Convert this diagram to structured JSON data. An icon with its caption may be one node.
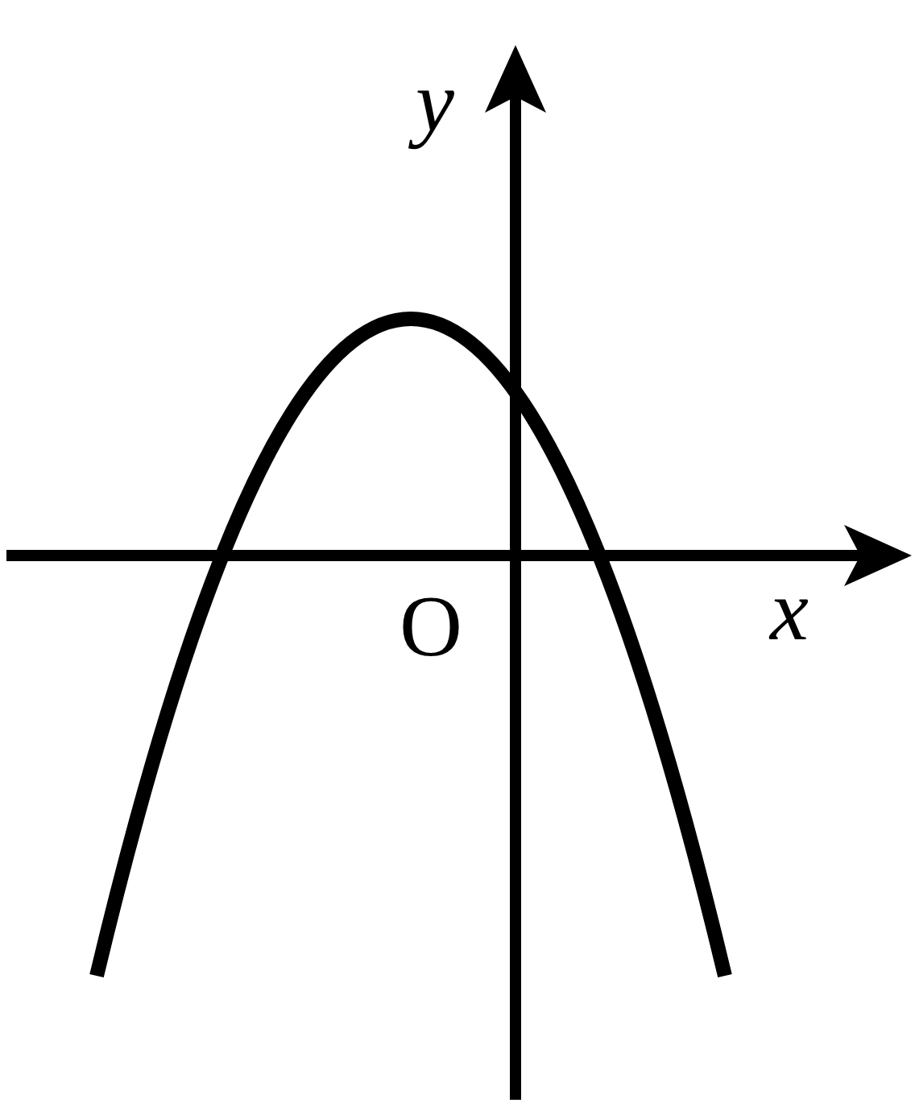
{
  "diagram": {
    "labels": [
      "y",
      "x",
      "O"
    ]
  }
}
